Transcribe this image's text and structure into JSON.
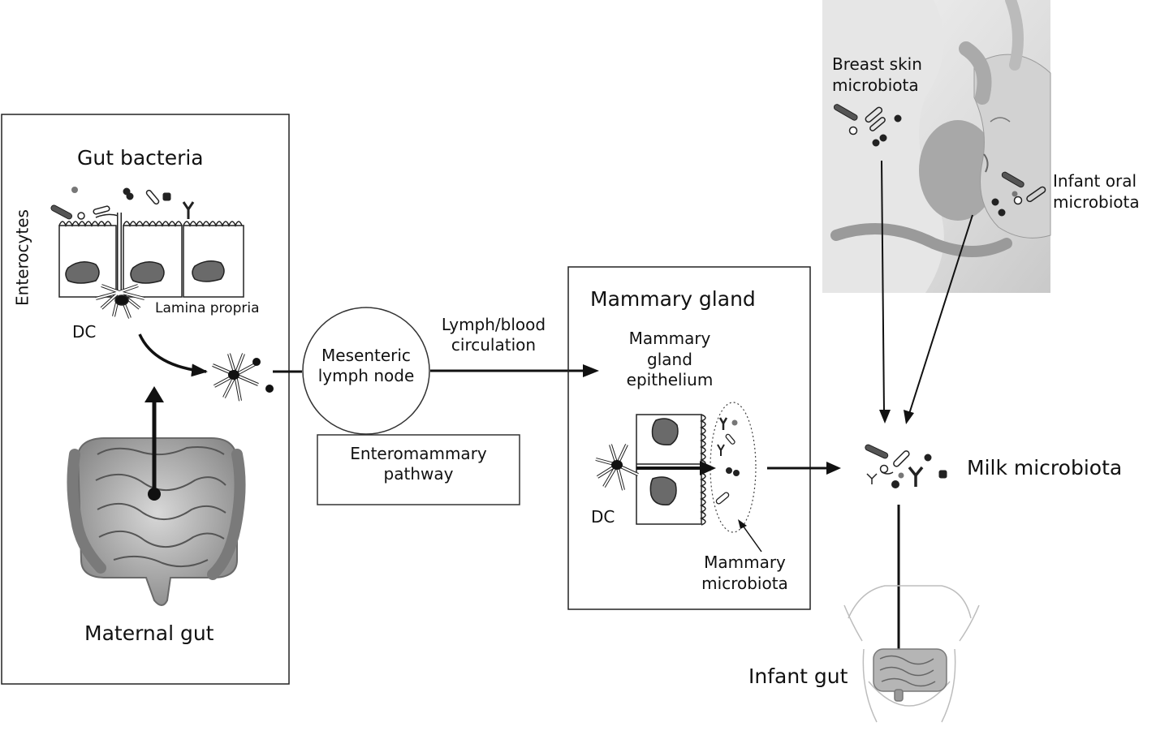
{
  "labels": {
    "gut_bacteria": "Gut bacteria",
    "enterocytes": "Enterocytes",
    "lamina_propria": "Lamina propria",
    "dc_left": "DC",
    "maternal_gut": "Maternal gut",
    "mesenteric_lymph_node": "Mesenteric\nlymph node",
    "lymph_blood_circulation": "Lymph/blood\ncirculation",
    "enteromammary_pathway": "Enteromammary\npathway",
    "mammary_gland": "Mammary gland",
    "mammary_gland_epithelium": "Mammary\ngland\nepithelium",
    "dc_right": "DC",
    "mammary_microbiota": "Mammary\nmicrobiota",
    "breast_skin_microbiota": "Breast skin\nmicrobiota",
    "infant_oral_microbiota": "Infant oral\nmicrobiota",
    "milk_microbiota": "Milk microbiota",
    "infant_gut": "Infant gut"
  }
}
